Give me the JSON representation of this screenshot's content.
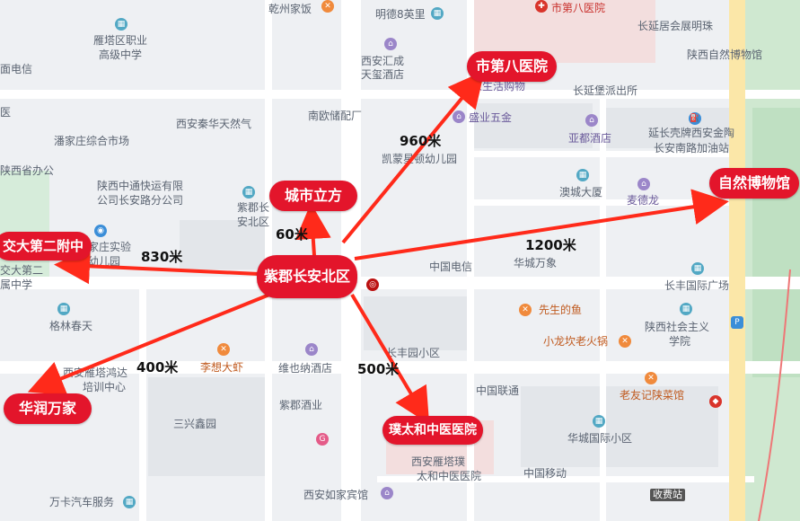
{
  "center": {
    "label": "紫郡长安北区"
  },
  "destinations": [
    {
      "id": "hospital8",
      "label": "市第八医院",
      "distance": "960米"
    },
    {
      "id": "citycube",
      "label": "城市立方",
      "distance": "60米"
    },
    {
      "id": "jiaoda",
      "label": "交大第二附中",
      "distance": "830米"
    },
    {
      "id": "museum",
      "label": "自然博物馆",
      "distance": "1200米"
    },
    {
      "id": "huarun",
      "label": "华润万家",
      "distance": "400米"
    },
    {
      "id": "putaihe",
      "label": "璞太和中医医院",
      "distance": "500米"
    }
  ],
  "map_labels": {
    "qianzhou": "乾州家饭",
    "mingde": "明德8英里",
    "hospital8_poi": "市第八医院",
    "changyan_jv": "长延居会展明珠",
    "shaanxi_museum": "陕西自然博物馆",
    "yanta_school_1": "雁塔区职业",
    "yanta_school_2": "高级中学",
    "diandian": "面电信",
    "xian_huicheng_1": "西安汇成",
    "xian_huicheng_2": "天玺酒店",
    "jiasheng": "家生活购物",
    "changyanbao": "长延堡派出所",
    "yi": "医",
    "qinhua_gas": "西安秦华天然气",
    "nanou": "南欧储配厂",
    "shengyi": "盛业五金",
    "yadu": "亚都酒店",
    "yanchang_1": "延长壳牌西安金陶",
    "yanchang_2": "长安南路加油站",
    "panjiazhuang": "潘家庄综合市场",
    "kaimeng": "凯蒙星顿幼儿园",
    "shaanxi_office": "陕西省办公",
    "yitong_1": "陕西中通快运有限",
    "yitong_2": "公司长安路分公司",
    "aocheng": "澳城大厦",
    "maidelong": "麦德龙",
    "zijun_poi_1": "紫郡长",
    "zijun_poi_2": "安北区",
    "jiazhuang_1": "家庄实验",
    "jiazhuang_2": "幼儿园",
    "jiaoda_poi_1": "交大第二",
    "jiaoda_poi_2": "属中学",
    "china_telecom": "中国电信",
    "huacheng": "华城万象",
    "changfeng_plaza": "长丰国际广场",
    "gelin": "格林春天",
    "xiansheng_yu": "先生的鱼",
    "shaanxi_socialism_1": "陕西社会主义",
    "shaanxi_socialism_2": "学院",
    "xiaolong": "小龙坎老火锅",
    "lixiang": "李想大虾",
    "weiyena": "维也纳酒店",
    "changfeng_xq": "长丰园小区",
    "yanta_train_1": "西安雁塔鸿达",
    "yanta_train_2": "培训中心",
    "china_unicom": "中国联通",
    "laoyouji": "老友记陕菜馆",
    "zijun_jiuye": "紫郡酒业",
    "sanxing": "三兴鑫园",
    "huayu_xq": "华城国际小区",
    "putaihe_poi_1": "西安雁塔璞",
    "putaihe_poi_2": "太和中医医院",
    "china_mobile": "中国移动",
    "wanka": "万卡汽车服务",
    "rujia": "西安如家宾馆",
    "toll": "收费站"
  },
  "colors": {
    "bubble": "#e3152b",
    "arrow": "#ff2a1a"
  }
}
